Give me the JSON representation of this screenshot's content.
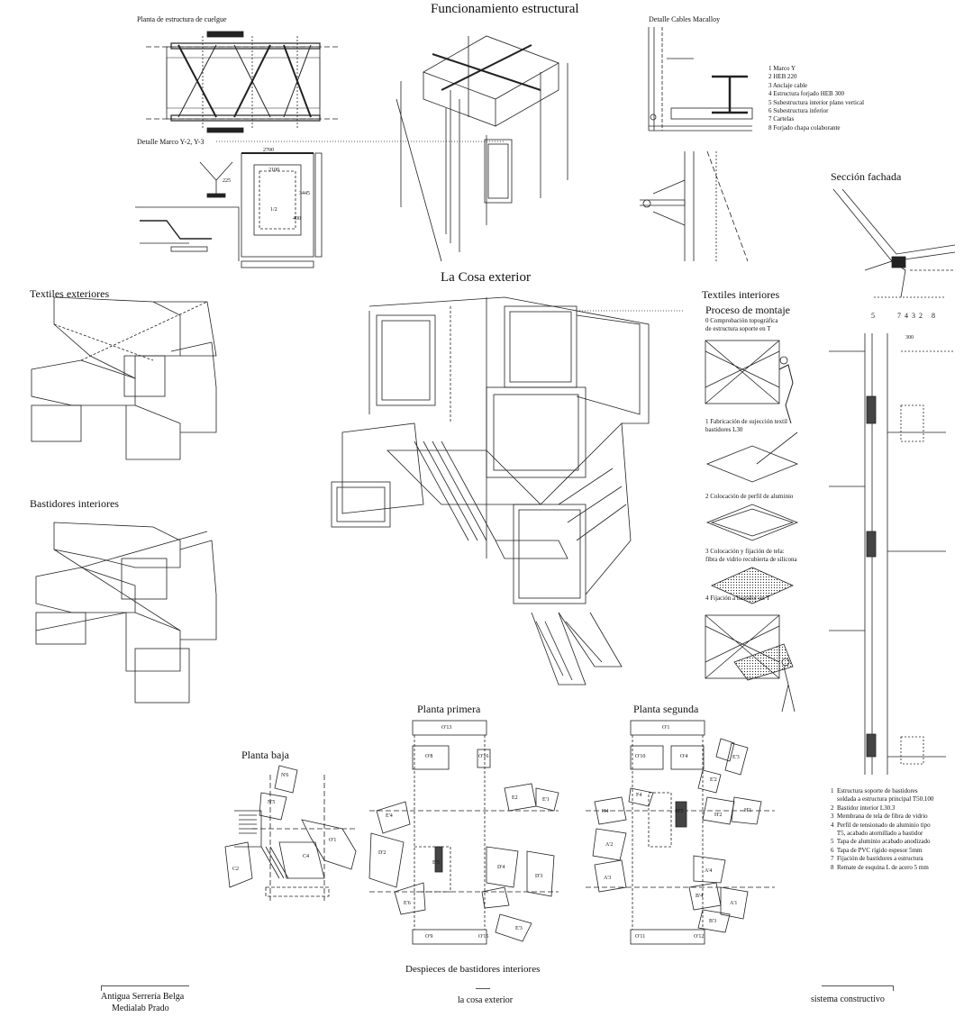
{
  "titles": {
    "funcionamiento": "Funcionamiento estructural",
    "planta_cuelgue": "Planta de estructura de cuelgue",
    "detalle_marco": "Detalle Marco Y-2, Y-3",
    "detalle_cables": "Detalle Cables Macalloy",
    "seccion_fachada": "Sección fachada",
    "la_cosa": "La Cosa exterior",
    "textiles_exteriores": "Textiles exteriores",
    "bastidores_interiores": "Bastidores interiores",
    "textiles_interiores": "Textiles interiores",
    "proceso_montaje": "Proceso de montaje",
    "planta_baja": "Planta baja",
    "planta_primera": "Planta primera",
    "planta_segunda": "Planta segunda",
    "despieces": "Despieces de bastidores interiores"
  },
  "cables_legend": [
    "1  Marco Y",
    "2  HEB 220",
    "3  Anclaje cable",
    "4  Estructura forjado HEB 300",
    "5  Subestructura interior plano vertical",
    "6  Subestructura inferior",
    "7  Cartelas",
    "8  Forjado chapa colaborante"
  ],
  "montaje_steps": [
    "0 Comprobación topográfica\nde estructura soporte en T",
    "1 Fabricación de sujección textil\nbastidores L30",
    "2 Colocación de perfil de aluminio",
    "3 Colocación y fijación de tela:\nfibra de vidrio recubierta de silicona",
    "4 Fijación a bastidor en T"
  ],
  "fachada_legend": [
    "1  Estructura soporte de bastidores\n    soldada a estructura principal T50.100",
    "2  Bastidor interior L30.3",
    "3  Membrana de tela de fibra de vidrio",
    "4  Perfil de tensionado de aluminio tipo\n    T5, acabado atornillado a bastidor",
    "5  Tapa de aluminio acabado anodizado",
    "6  Tapa de PVC rígido espesor 5mm",
    "7  Fijación de bastidores a estructura",
    "8  Remate de esquina L de acero 5 mm"
  ],
  "seccion_numbers": "5        7 4 3 2   8",
  "dims": {
    "d1": "2700",
    "d2": "2100",
    "d3": "3445",
    "d4": "225",
    "d5": "1/2",
    "d6": "400",
    "d7": "300"
  },
  "plan_baja_tags": [
    "N'6",
    "N'5",
    "O'1",
    "C4",
    "C2"
  ],
  "plan_primera_tags": [
    "O'13",
    "O'8",
    "O'16",
    "E2",
    "E'1",
    "E'4",
    "D'2",
    "D'4",
    "D'3",
    "E'5",
    "E'6",
    "E'3",
    "O'9",
    "O'15"
  ],
  "plan_segunda_tags": [
    "O'1",
    "O'10",
    "O'4",
    "E'3",
    "E'2",
    "F4",
    "H'5",
    "H4",
    "H'2",
    "H'1",
    "A'2",
    "A'3",
    "A'4",
    "B'4",
    "A'1",
    "B'3",
    "O'11",
    "O'12"
  ],
  "footer": {
    "left_line1": "Antigua Serrería Belga",
    "left_line2": "Medialab Prado",
    "center": "la cosa exterior",
    "right": "sistema constructivo"
  }
}
